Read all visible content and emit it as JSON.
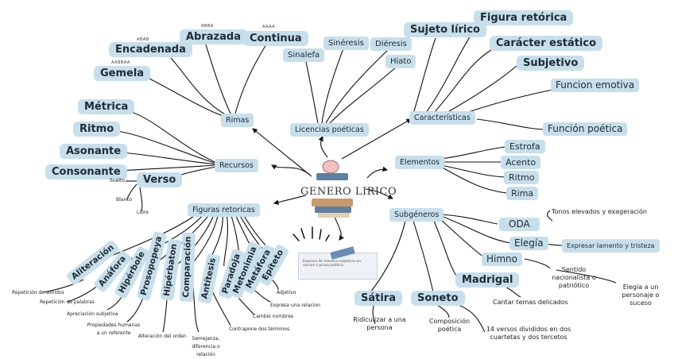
{
  "center": {
    "title": "GENERO LIRICO"
  },
  "hubs": {
    "rimas": "Rimas",
    "recursos": "Recursos",
    "figuras": "Figuras retoricas",
    "licencias": "Licencias poéticas",
    "caracteristicas": "Características",
    "elementos": "Elementos",
    "subgeneros": "Subgéneros"
  },
  "rimas": {
    "items": [
      "Gemela",
      "Encadenada",
      "Abrazada",
      "Continua"
    ],
    "patterns": [
      "AABBAA",
      "ABAB",
      "ABBA",
      "AAAA"
    ]
  },
  "recursos": {
    "items": [
      "Métrica",
      "Ritmo",
      "Asonante",
      "Consonante"
    ],
    "verso": "Verso",
    "verso_types": [
      "Suelto",
      "Blanco",
      "Libre"
    ]
  },
  "licencias": {
    "items": [
      "Sinalefa",
      "Sinéresis",
      "Diéresis",
      "Hiato"
    ]
  },
  "caracteristicas": {
    "items": [
      "Sujeto lírico",
      "Figura retórica",
      "Carácter estático",
      "Subjetivo",
      "Funcion emotiva",
      "Función poética"
    ]
  },
  "elementos": {
    "items": [
      "Estrofa",
      "Acento",
      "Ritmo",
      "Rima"
    ]
  },
  "subgeneros": {
    "oda": "ODA",
    "oda_desc": "Tonos elevados y exageración",
    "elegia": "Elegía",
    "elegia_desc": "Expresar lamento y tristeza",
    "himno": "Himno",
    "himno_desc": "Sentido nacionalista o patriótico",
    "elegia_desc2": "Elegía a un personaje o suceso",
    "madrigal": "Madrigal",
    "madrigal_desc": "Cantar temas delicados",
    "satira": "Sátira",
    "satira_desc": "Ridiculizar a una persona",
    "soneto": "Soneto",
    "soneto_desc": "Composición poética",
    "soneto_desc2": "14 versos divididos en dos cuartetas y dos tercetos"
  },
  "figuras": {
    "items": [
      "Aliteración",
      "Anáfora",
      "Hipérbole",
      "Prosopopeya",
      "Hipérbaton",
      "Comparación",
      "Antítesis",
      "Paradoja",
      "Metonimia",
      "Metáfora",
      "Epíteto"
    ],
    "descs": [
      "Repetición de sonidos",
      "Repetición de palabras",
      "Apreciación subjetiva",
      "Propiedades humanas a un referente",
      "Alteración del orden",
      "Semejanza, diferencia o relación",
      "Contrapone dos términos",
      "Cambio nombres",
      "Expresa una relacion",
      "Adjetivo"
    ]
  },
  "note": {
    "text": "Expresa de manera subjetiva en versos o prosa poética"
  }
}
